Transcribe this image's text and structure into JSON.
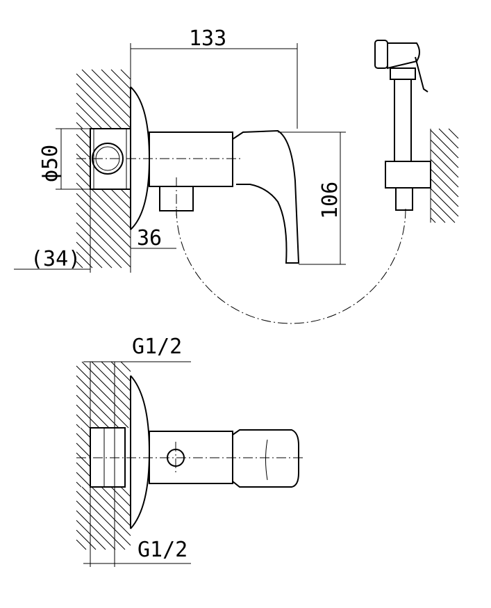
{
  "dimensions": {
    "width_133": "133",
    "diameter_50": "ϕ50",
    "height_106": "106",
    "depth_36": "36",
    "depth_34": "(34)",
    "thread_top": "G1/2",
    "thread_bottom": "G1/2"
  }
}
